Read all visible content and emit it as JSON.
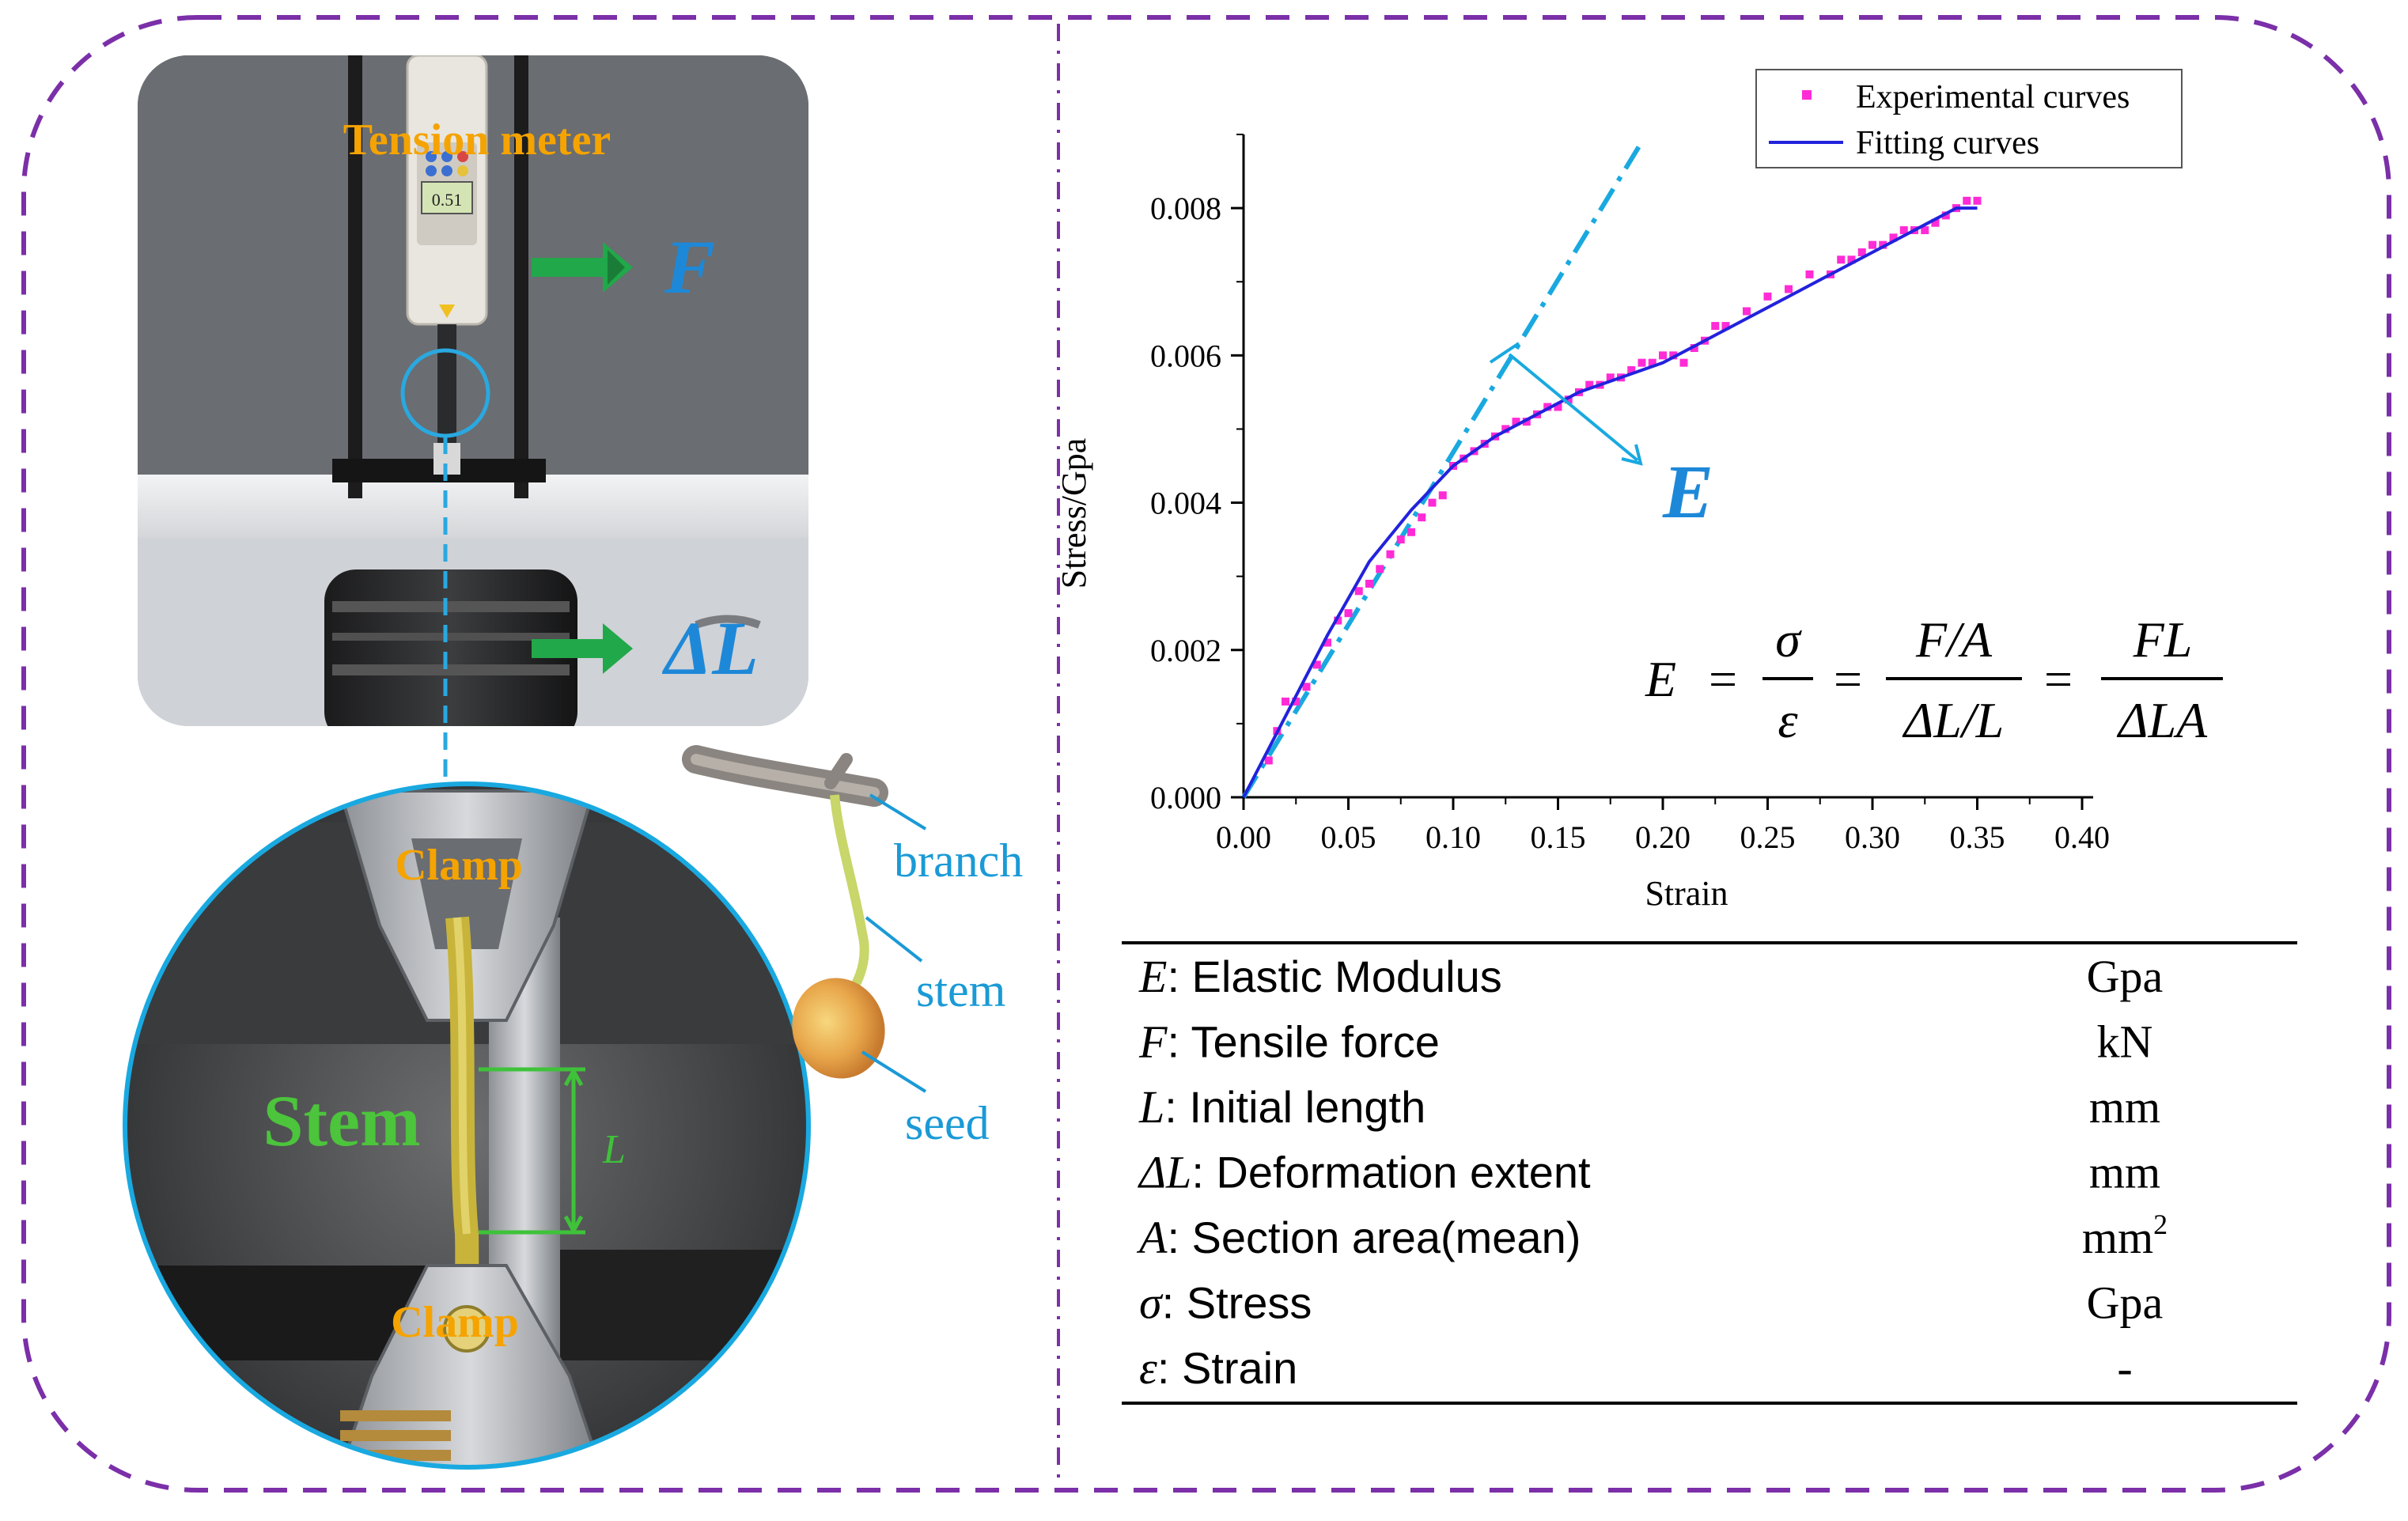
{
  "photo": {
    "tension_meter_label": "Tension meter",
    "meter_display": "0.51",
    "force_symbol": "F",
    "deformation_symbol": "ΔL",
    "clamp_top": "Clamp",
    "clamp_bottom": "Clamp",
    "stem_label": "Stem",
    "length_symbol": "L"
  },
  "specimen": {
    "branch": "branch",
    "stem": "stem",
    "seed": "seed"
  },
  "chart_data": {
    "type": "scatter",
    "xlabel": "Strain",
    "ylabel": "Stress/Gpa",
    "xlim": [
      0.0,
      0.4
    ],
    "ylim": [
      0.0,
      0.009
    ],
    "xticks": [
      "0.00",
      "0.05",
      "0.10",
      "0.15",
      "0.20",
      "0.25",
      "0.30",
      "0.35",
      "0.40"
    ],
    "yticks": [
      "0.000",
      "0.002",
      "0.004",
      "0.006",
      "0.008"
    ],
    "legend": [
      "Experimental curves",
      "Fitting curves"
    ],
    "legend_position": "top-right",
    "series": [
      {
        "name": "Experimental curves",
        "color": "#ff2bd6",
        "marker": "square",
        "x": [
          0.012,
          0.016,
          0.02,
          0.025,
          0.03,
          0.035,
          0.04,
          0.045,
          0.05,
          0.055,
          0.06,
          0.065,
          0.07,
          0.075,
          0.08,
          0.085,
          0.09,
          0.095,
          0.1,
          0.105,
          0.11,
          0.115,
          0.12,
          0.125,
          0.13,
          0.135,
          0.14,
          0.145,
          0.15,
          0.155,
          0.16,
          0.165,
          0.17,
          0.175,
          0.18,
          0.185,
          0.19,
          0.195,
          0.2,
          0.205,
          0.21,
          0.215,
          0.22,
          0.225,
          0.23,
          0.24,
          0.25,
          0.26,
          0.27,
          0.28,
          0.285,
          0.29,
          0.295,
          0.3,
          0.305,
          0.31,
          0.315,
          0.32,
          0.325,
          0.33,
          0.335,
          0.34,
          0.345,
          0.35
        ],
        "y": [
          0.0005,
          0.0009,
          0.0013,
          0.0013,
          0.0015,
          0.0018,
          0.0021,
          0.0024,
          0.0025,
          0.0028,
          0.0029,
          0.0031,
          0.0033,
          0.0035,
          0.0036,
          0.0038,
          0.004,
          0.0041,
          0.0045,
          0.0046,
          0.0047,
          0.0048,
          0.0049,
          0.005,
          0.0051,
          0.0051,
          0.0052,
          0.0053,
          0.0053,
          0.0054,
          0.0055,
          0.0056,
          0.0056,
          0.0057,
          0.0057,
          0.0058,
          0.0059,
          0.0059,
          0.006,
          0.006,
          0.0059,
          0.0061,
          0.0062,
          0.0064,
          0.0064,
          0.0066,
          0.0068,
          0.0069,
          0.0071,
          0.0071,
          0.0073,
          0.0073,
          0.0074,
          0.0075,
          0.0075,
          0.0076,
          0.0077,
          0.0077,
          0.0077,
          0.0078,
          0.0079,
          0.008,
          0.0081,
          0.0081
        ]
      },
      {
        "name": "Fitting curves",
        "color": "#2222dd",
        "x": [
          0.0,
          0.02,
          0.04,
          0.06,
          0.08,
          0.1,
          0.12,
          0.14,
          0.16,
          0.18,
          0.2,
          0.22,
          0.24,
          0.26,
          0.28,
          0.3,
          0.32,
          0.34,
          0.35
        ],
        "y": [
          0.0,
          0.0011,
          0.0022,
          0.0032,
          0.0039,
          0.0045,
          0.0049,
          0.0052,
          0.0055,
          0.0057,
          0.0059,
          0.0062,
          0.0065,
          0.0068,
          0.0071,
          0.0074,
          0.0077,
          0.008,
          0.008
        ]
      }
    ],
    "tangent_line": {
      "x": [
        0.0,
        0.19
      ],
      "y": [
        0.0,
        0.0089
      ],
      "color": "#19a9e0"
    },
    "modulus_annotation": "E"
  },
  "formula": {
    "lhs": "E",
    "frac1_num": "σ",
    "frac1_den": "ε",
    "frac2_num": "F/A",
    "frac2_den": "ΔL/L",
    "frac3_num": "FL",
    "frac3_den": "ΔLA",
    "eq": "="
  },
  "variables_table": {
    "rows": [
      {
        "symbol": "E",
        "desc": ": Elastic Modulus",
        "unit": "Gpa"
      },
      {
        "symbol": "F",
        "desc": ": Tensile force",
        "unit": "kN"
      },
      {
        "symbol": "L",
        "desc": ": Initial length",
        "unit": "mm"
      },
      {
        "symbol": "ΔL",
        "desc": ": Deformation extent",
        "unit": "mm"
      },
      {
        "symbol": "A",
        "desc": ": Section area(mean)",
        "unit": "mm",
        "unit_sup": "2"
      },
      {
        "symbol": "σ",
        "desc": ": Stress",
        "unit": "Gpa"
      },
      {
        "symbol": "ε",
        "desc": ": Strain",
        "unit": "-"
      }
    ]
  },
  "colors": {
    "frame": "#7b2fa8",
    "accent_blue": "#1e88d8",
    "label_blue": "#1a9ad6",
    "arrow_green": "#21a84a",
    "clamp_orange": "#f5a300",
    "stem_green": "#4cc43c",
    "length_green": "#3fc23a"
  }
}
